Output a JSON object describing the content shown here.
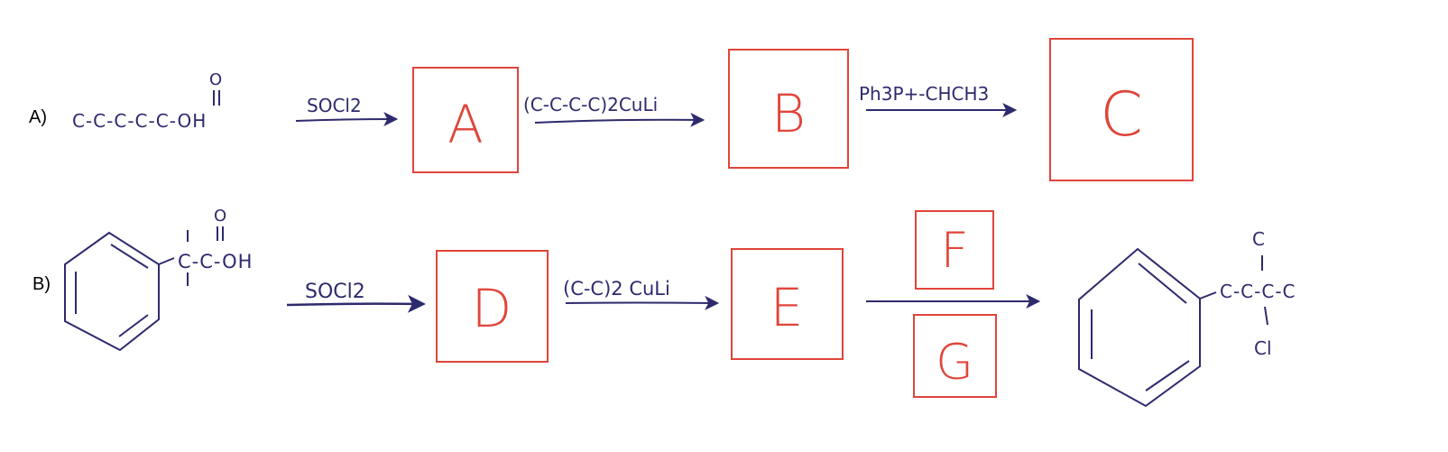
{
  "colors": {
    "ink": "#2e2a6e",
    "box": "#e0453a",
    "label": "#000000"
  },
  "row_a": {
    "label": "A)",
    "reactant": {
      "chain": "C-C-C-C-C-OH",
      "carbonyl_o": "O"
    },
    "step1": {
      "reagent": "SOCl2"
    },
    "box1": "A",
    "step2": {
      "reagent": "(C-C-C-C)2CuLi"
    },
    "box2": "B",
    "step3": {
      "reagent": "Ph3P+-CHCH3"
    },
    "box3": "C"
  },
  "row_b": {
    "label": "B)",
    "reactant": {
      "side_chain": "C-C-OH",
      "carbonyl_o": "O"
    },
    "step1": {
      "reagent": "SOCl2"
    },
    "box1": "D",
    "step2": {
      "reagent": "(C-C)2 CuLi"
    },
    "box2": "E",
    "step3": {
      "top_box": "F",
      "bottom_box": "G"
    },
    "product": {
      "top": "C",
      "chain": "C-C-C-C",
      "bottom": "Cl"
    }
  }
}
